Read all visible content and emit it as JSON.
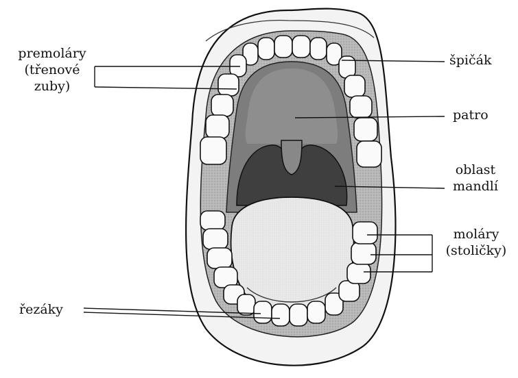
{
  "labels": {
    "premolary": [
      "premoláry",
      "(třenové",
      "zuby)"
    ],
    "spicak": "špičák",
    "patro": "patro",
    "oblast_mandli": [
      "oblast",
      "mandlí"
    ],
    "molary": [
      "moláry",
      "(stoličky)"
    ],
    "rezaky": "řezáky"
  }
}
